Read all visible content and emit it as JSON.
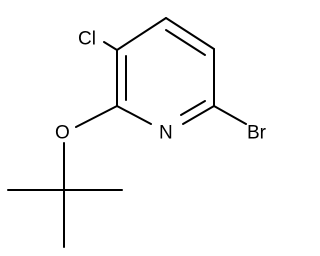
{
  "structure": {
    "atoms": {
      "chlorine": "Cl",
      "oxygen": "O",
      "nitrogen": "N",
      "bromine": "Br"
    },
    "colors": {
      "bond": "#000000",
      "label": "#000000",
      "background": "#ffffff"
    }
  }
}
